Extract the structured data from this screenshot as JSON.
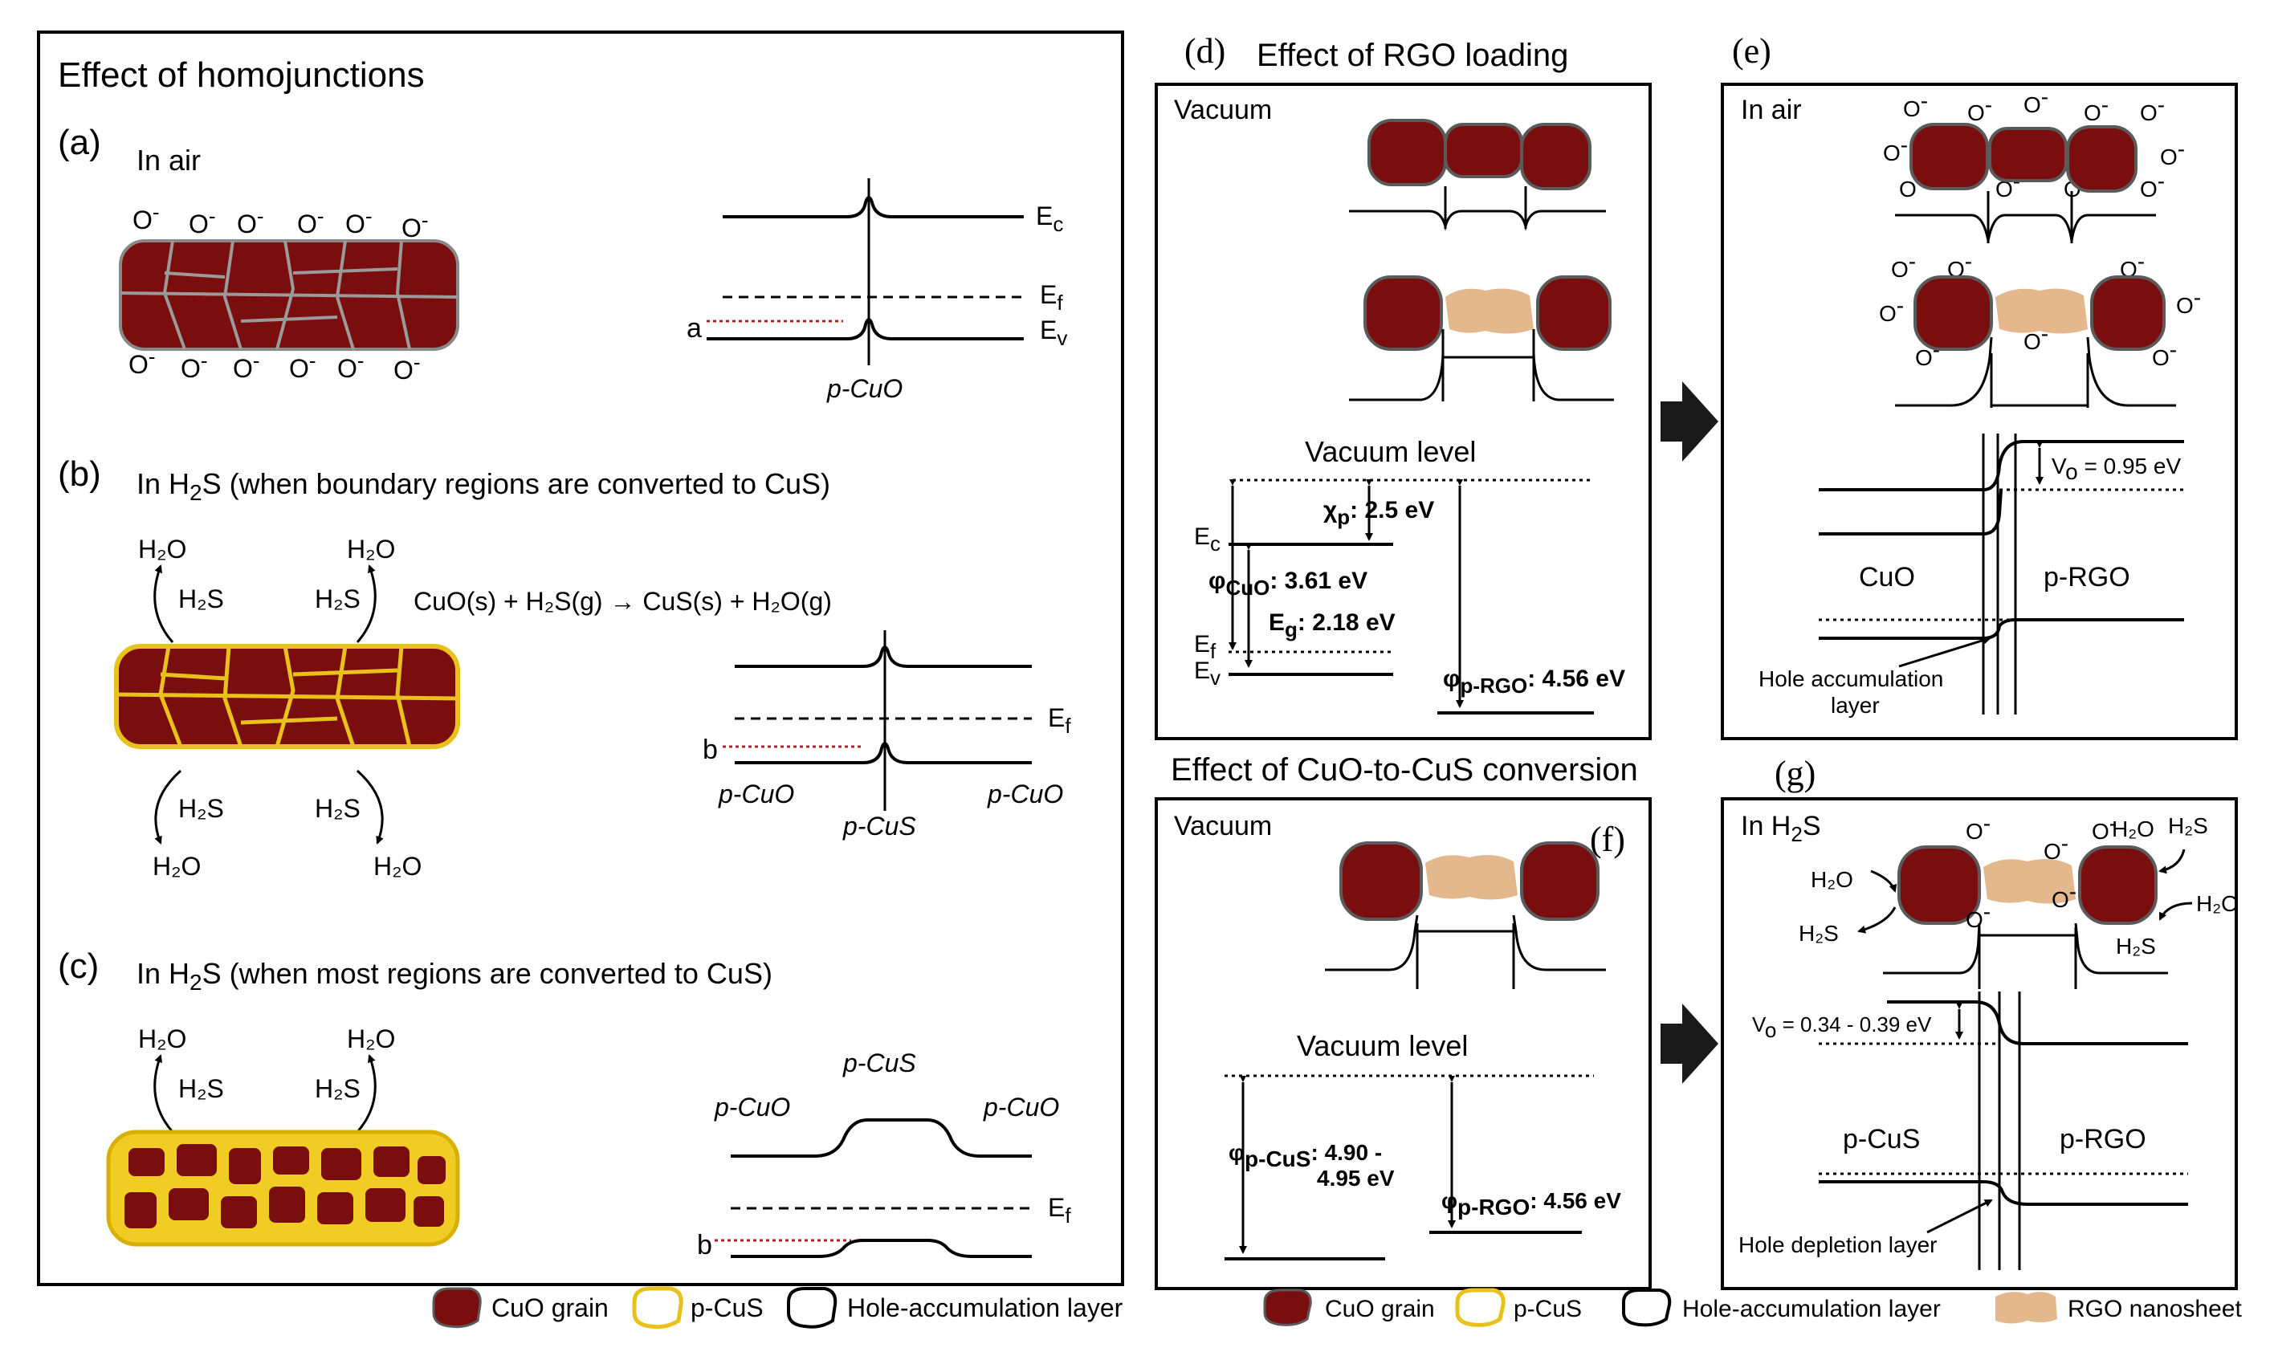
{
  "left_panel": {
    "title": "Effect of homojunctions",
    "a": {
      "label": "(a)",
      "condition": "In air",
      "oxygen": "O",
      "charge": "-",
      "band_labels": {
        "Ec": "E",
        "Ec_sub": "c",
        "Ef": "E",
        "Ef_sub": "f",
        "Ev": "E",
        "Ev_sub": "v"
      },
      "barrier": "a",
      "material": "p-CuO"
    },
    "b": {
      "label": "(b)",
      "condition_pre": "In H",
      "condition_sub": "2",
      "condition_post": "S (when boundary regions are converted to CuS)",
      "reaction": "CuO(s) + H₂S(g) → CuS(s) + H₂O(g)",
      "h2o": "H₂O",
      "h2s": "H₂S",
      "band_Ef": "E",
      "band_Ef_sub": "f",
      "barrier": "b",
      "left_material": "p-CuO",
      "mid_material": "p-CuS",
      "right_material": "p-CuO"
    },
    "c": {
      "label": "(c)",
      "condition_pre": "In H",
      "condition_sub": "2",
      "condition_post": "S (when most regions are converted to CuS)",
      "h2o": "H₂O",
      "h2s": "H₂S",
      "band_Ef": "E",
      "band_Ef_sub": "f",
      "barrier": "b",
      "top_material": "p-CuS",
      "left_material": "p-CuO",
      "right_material": "p-CuO"
    },
    "legend": [
      "CuO grain",
      "p-CuS",
      "Hole-accumulation layer"
    ]
  },
  "panel_d": {
    "label": "(d)",
    "title": "Effect of RGO loading",
    "condition": "Vacuum",
    "vacuum_level": "Vacuum  level",
    "chi": "χ",
    "chi_sub": "p",
    "chi_value": ": 2.5 eV",
    "phi_cuo": "φ",
    "phi_cuo_sub": "CuO",
    "phi_cuo_value": ": 3.61 eV",
    "eg": "E",
    "eg_sub": "g",
    "eg_value": ": 2.18 eV",
    "phi_rgo": "φ",
    "phi_rgo_sub": "p-RGO",
    "phi_rgo_value": ": 4.56 eV",
    "Ec": "E",
    "Ec_sub": "c",
    "Ef": "E",
    "Ef_sub": "f",
    "Ev": "E",
    "Ev_sub": "v"
  },
  "panel_e": {
    "label": "(e)",
    "condition": "In air",
    "oxygen": "O",
    "charge": "-",
    "vo_pre": "V",
    "vo_sub": "o",
    "vo_value": " = 0.95 eV",
    "left_material": "CuO",
    "right_material": "p-RGO",
    "layer_line1": "Hole accumulation",
    "layer_line2": "layer"
  },
  "conversion_title": "Effect of CuO-to-CuS conversion",
  "panel_f": {
    "label": "(f)",
    "condition": "Vacuum",
    "vacuum_level": "Vacuum  level",
    "phi_cus": "φ",
    "phi_cus_sub": "p-CuS",
    "phi_cus_value_1": ": 4.90 -",
    "phi_cus_value_2": "4.95 eV",
    "phi_rgo": "φ",
    "phi_rgo_sub": "p-RGO",
    "phi_rgo_value": ": 4.56 eV"
  },
  "panel_g": {
    "label": "(g)",
    "condition_pre": "In H",
    "condition_sub": "2",
    "condition_post": "S",
    "oxygen": "O",
    "charge": "-",
    "h2o": "H₂O",
    "h2s": "H₂S",
    "vo_pre": "V",
    "vo_sub": "o",
    "vo_value": " = 0.34 - 0.39 eV",
    "left_material": "p-CuS",
    "right_material": "p-RGO",
    "layer": "Hole depletion layer"
  },
  "right_legend": [
    "CuO grain",
    "p-CuS",
    "Hole-accumulation  layer",
    "RGO nanosheet"
  ],
  "colors": {
    "cuo": "#7a0e0e",
    "cus": "#e8c21a",
    "rgo": "#e2b88c",
    "shell": "#7a7a7a"
  }
}
